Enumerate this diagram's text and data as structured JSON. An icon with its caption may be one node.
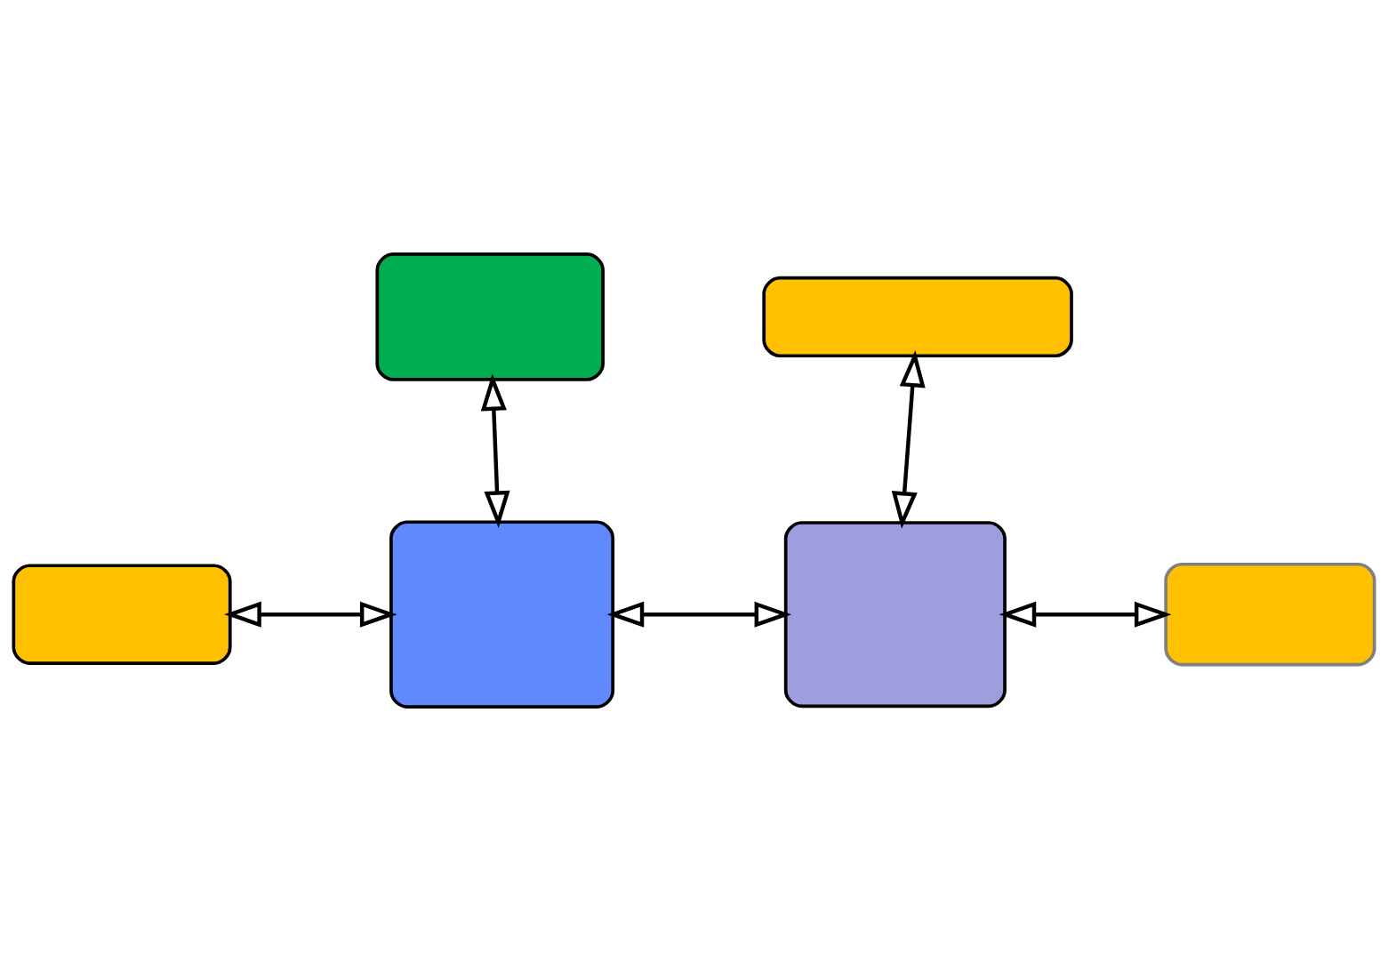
{
  "diagram": {
    "nodes": [
      {
        "text": [],
        "shape": "box"
      },
      {
        "text": [],
        "shape": "box"
      },
      {
        "text": [],
        "shape": "box"
      },
      {
        "text": [],
        "shape": "box"
      },
      {
        "text": [],
        "shape": "box"
      },
      {
        "text": [],
        "shape": "box"
      }
    ],
    "edges": [
      {
        "from": 0,
        "to": 3,
        "arrow": "both"
      },
      {
        "from": 1,
        "to": 4,
        "arrow": "both"
      },
      {
        "from": 2,
        "to": 3,
        "arrow": "both"
      },
      {
        "from": 3,
        "to": 4,
        "arrow": "both"
      },
      {
        "from": 4,
        "to": 5,
        "arrow": "both"
      }
    ]
  }
}
